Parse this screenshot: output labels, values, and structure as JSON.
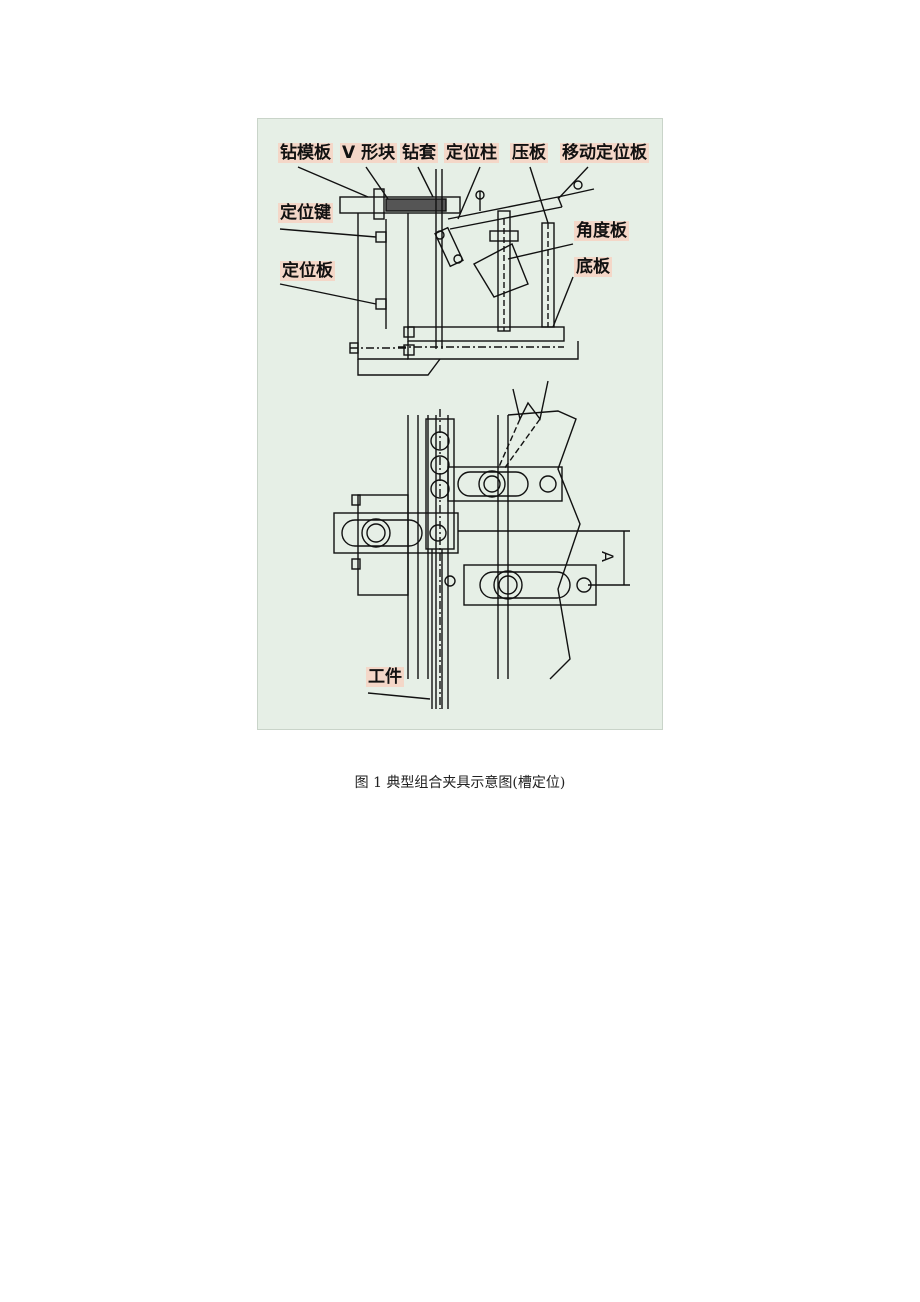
{
  "figure": {
    "labels": {
      "drill_template_plate": "钻模板",
      "v_block": "V 形块",
      "drill_bushing": "钻套",
      "locating_pin": "定位柱",
      "clamp_plate": "压板",
      "movable_locating_plate": "移动定位板",
      "locating_key": "定位键",
      "angle_plate": "角度板",
      "locating_plate": "定位板",
      "base_plate": "底板",
      "workpiece": "工件",
      "dimension_a": "A"
    },
    "caption": "图 1  典型组合夹具示意图(槽定位)"
  }
}
